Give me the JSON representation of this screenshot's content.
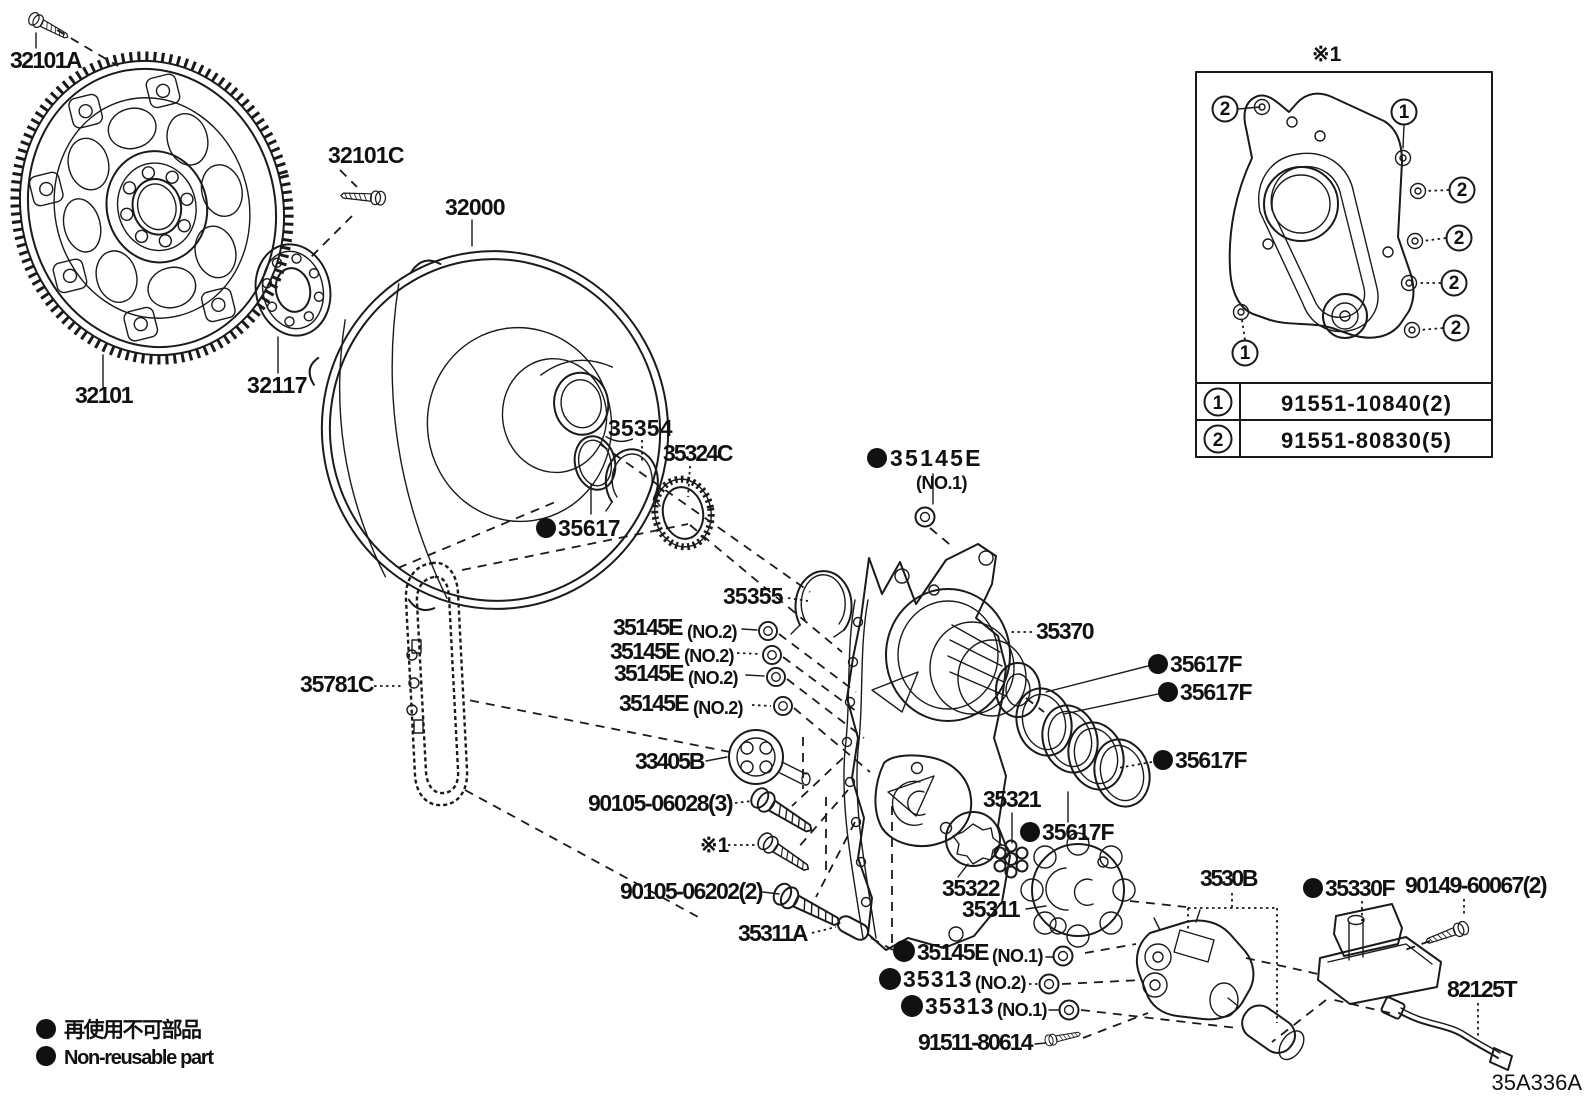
{
  "doc": {
    "figure_code": "35A336A"
  },
  "legend": {
    "jp": "再使用不可部品",
    "en": "Non-reusable part"
  },
  "inset": {
    "title": "※1",
    "callouts": [
      {
        "n": "2"
      },
      {
        "n": "1"
      },
      {
        "n": "2"
      },
      {
        "n": "2"
      },
      {
        "n": "2"
      },
      {
        "n": "2"
      },
      {
        "n": "1"
      }
    ],
    "table": [
      {
        "key": "1",
        "value": "91551-10840(2)"
      },
      {
        "key": "2",
        "value": "91551-80830(5)"
      }
    ]
  },
  "parts": {
    "p32101A": {
      "label": "32101A"
    },
    "p32101": {
      "label": "32101"
    },
    "p32101C": {
      "label": "32101C"
    },
    "p32117": {
      "label": "32117"
    },
    "p32000": {
      "label": "32000"
    },
    "p35354": {
      "label": "35354"
    },
    "p35324C": {
      "label": "35324C"
    },
    "p35617": {
      "label": "35617",
      "non_reusable": true
    },
    "p35355": {
      "label": "35355"
    },
    "p35145E_no1_top": {
      "label": "35145E",
      "sub": "(NO.1)",
      "non_reusable": true
    },
    "p35370": {
      "label": "35370"
    },
    "p35145E_no2_1": {
      "label": "35145E",
      "sub": "(NO.2)"
    },
    "p35145E_no2_2": {
      "label": "35145E",
      "sub": "(NO.2)"
    },
    "p35145E_no2_3": {
      "label": "35145E",
      "sub": "(NO.2)"
    },
    "p35145E_no2_4": {
      "label": "35145E",
      "sub": "(NO.2)"
    },
    "p35781C": {
      "label": "35781C"
    },
    "p33405B": {
      "label": "33405B"
    },
    "p90105_06028": {
      "label": "90105-06028(3)"
    },
    "ref1": {
      "label": "※1"
    },
    "p90105_06202": {
      "label": "90105-06202(2)"
    },
    "p35311A": {
      "label": "35311A"
    },
    "p35321": {
      "label": "35321"
    },
    "p35322": {
      "label": "35322"
    },
    "p35311": {
      "label": "35311"
    },
    "p35617F_1": {
      "label": "35617F",
      "non_reusable": true
    },
    "p35617F_2": {
      "label": "35617F",
      "non_reusable": true
    },
    "p35617F_3": {
      "label": "35617F",
      "non_reusable": true
    },
    "p35617F_4": {
      "label": "35617F",
      "non_reusable": true
    },
    "p3530B": {
      "label": "3530B"
    },
    "p35330F": {
      "label": "35330F",
      "non_reusable": true
    },
    "p90149_60067": {
      "label": "90149-60067(2)"
    },
    "p82125T": {
      "label": "82125T"
    },
    "p35145E_no1_bot": {
      "label": "35145E",
      "sub": "(NO.1)",
      "non_reusable": true
    },
    "p35313_no2": {
      "label": "35313",
      "sub": "(NO.2)",
      "non_reusable": true
    },
    "p35313_no1": {
      "label": "35313",
      "sub": "(NO.1)",
      "non_reusable": true
    },
    "p91511_80614": {
      "label": "91511-80614"
    }
  }
}
